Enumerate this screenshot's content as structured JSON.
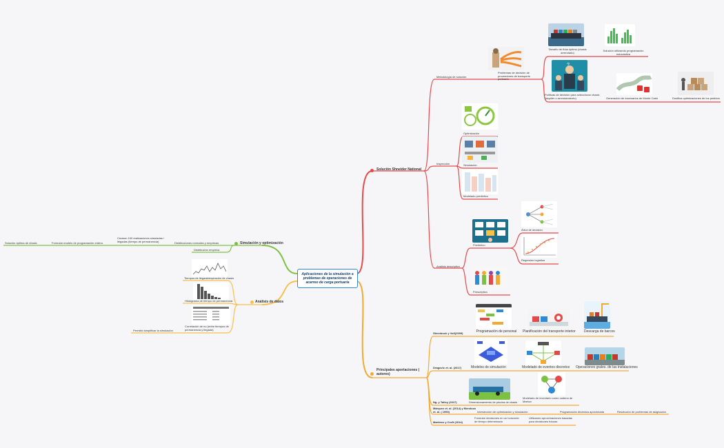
{
  "root": {
    "label": "Aplicaciones de la simulación a problemas de operaciones de acarreo de carga portuaria"
  },
  "colors": {
    "red": "#e64848",
    "green": "#7dc143",
    "orange": "#f3a830",
    "root_border": "#2c8ad6"
  },
  "branches": {
    "schneider": {
      "label": "Solución Shneider National",
      "metodologia": "Metodología de solución",
      "problemas": "Problemas de decisión de proveedores de transporte portuario",
      "tamano": "Tamaño de flota óptimo (chasis arrendado)",
      "solucion_estocastica": "Solución utilizando programación estocástica",
      "politicas": "Políticas de decisión para seleccionar chasis (alquiler o arrendamiento)",
      "montecarlo": "Generación de escenarios de Monte Carlo",
      "dosifica": "Dosifica optimizaciones de los pedidos",
      "inspeccion": "Inspección",
      "optimizacion": "Optimización",
      "simulacion": "Simulación",
      "modelado_predictivo": "Modelado predictivo",
      "analisis_descriptivo": "Análisis descriptivo",
      "predictivo": "Predictivo",
      "arbol": "Árbol de decisión",
      "regresion": "Regresión logística",
      "prescriptivo": "Prescriptivo"
    },
    "principales": {
      "label": "Principales aportaciones ( autores)",
      "steenbock": "Steenbock y Voß(2009)",
      "programacion_personal": "Programación de personal",
      "planificacion_transporte": "Planificación del transporte interior",
      "descarga": "Descarga de barcos",
      "dragovic": "Dragovic et. al. (2017)",
      "modelos_simulacion": "Modelos de simulación",
      "eventos_discretos": "Modelado de eventos discretos",
      "operaciones_generales": "Operaciones grales. de las instalaciones",
      "ng_talley": "Ng. y Talley (2017)",
      "dimensionamiento": "Dimensionamiento de piscina de chasis",
      "inventario_markov": "Modelado de inventario como cadena de Markov",
      "marquez": "Márquez et. al. (2014) y Mendoza et. al. ( 1990)",
      "interseccion": "Intersección de optimización y simulación",
      "programacion_dinamica": "Programación dinámica aproximada",
      "resolucion": "Resolución de problemas de asignación",
      "martinez": "Martínez y Croft (2014)",
      "formular_decisiones": "Formular decisiones en un horizonte de tiempo determinado",
      "utilizando_aproximaciones": "Utilizando aproximaciones basadas para decisiones futuras"
    },
    "simulacion": {
      "label": "Simulación y optimización",
      "distribuciones": "Distribuciones normales y empíricas",
      "crearon": "Crearon 100 realizaciones simuladas / llegadas (tiempo de permanencia)",
      "formular_modelo": "Formular modelo de programación entera",
      "solucion_optima": "Solución óptima de chasis",
      "distribucion_empirica": "Distribución empírica"
    },
    "analisis": {
      "label": "Análisis de datos",
      "tiempos": "Tiempos de llegada/expiración de chasis",
      "histograma": "Histograma de tiempo de permanencia",
      "correlacion": "Correlación de no (entre tiempos de permanencia y llegada)",
      "permitio": "Permitió simplificar la simulación"
    }
  }
}
